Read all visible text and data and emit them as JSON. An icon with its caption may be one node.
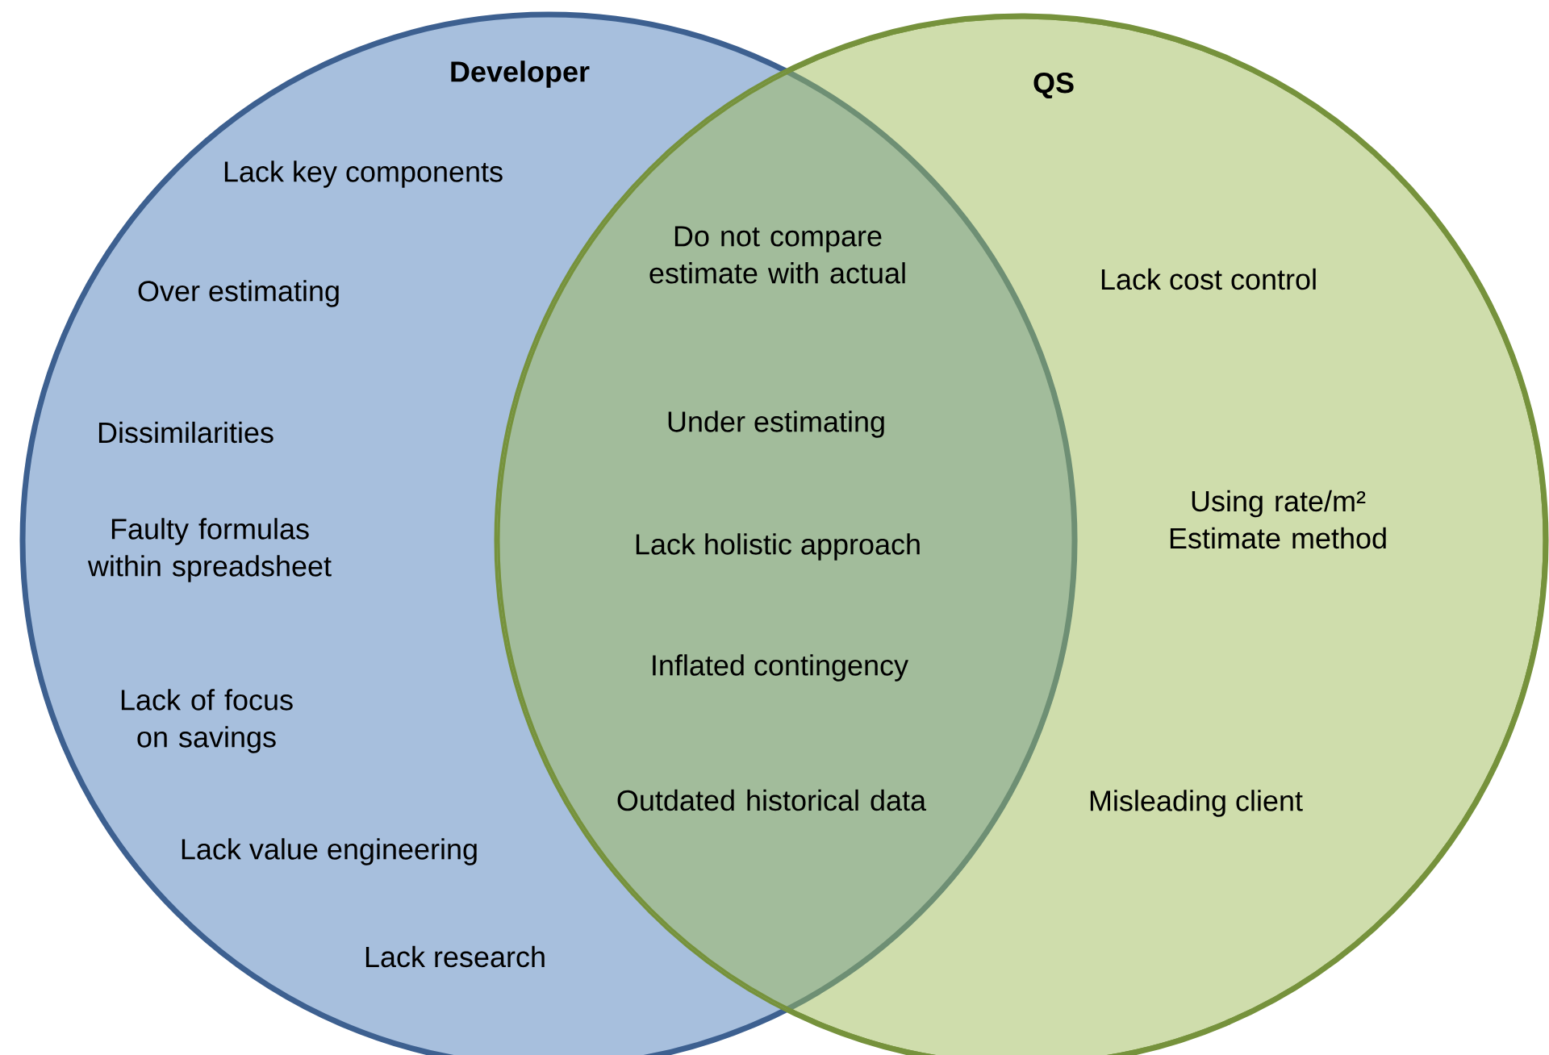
{
  "diagram": {
    "nodes": [
      {
        "text": [
          "Developer"
        ]
      },
      {
        "text": [
          "QS"
        ]
      }
    ],
    "labels": [
      "Lack key components",
      "Over estimating",
      "Dissimilarities",
      "Faulty formulas within spreadsheet",
      "Lack of focus on savings",
      "Lack value engineering",
      "Lack research",
      "Do not compare estimate with actual",
      "Under estimating",
      "Lack holistic approach",
      "Inflated contingency",
      "Outdated historical data",
      "Lack cost control",
      "Using rate/m² Estimate method",
      "Misleading client"
    ]
  }
}
